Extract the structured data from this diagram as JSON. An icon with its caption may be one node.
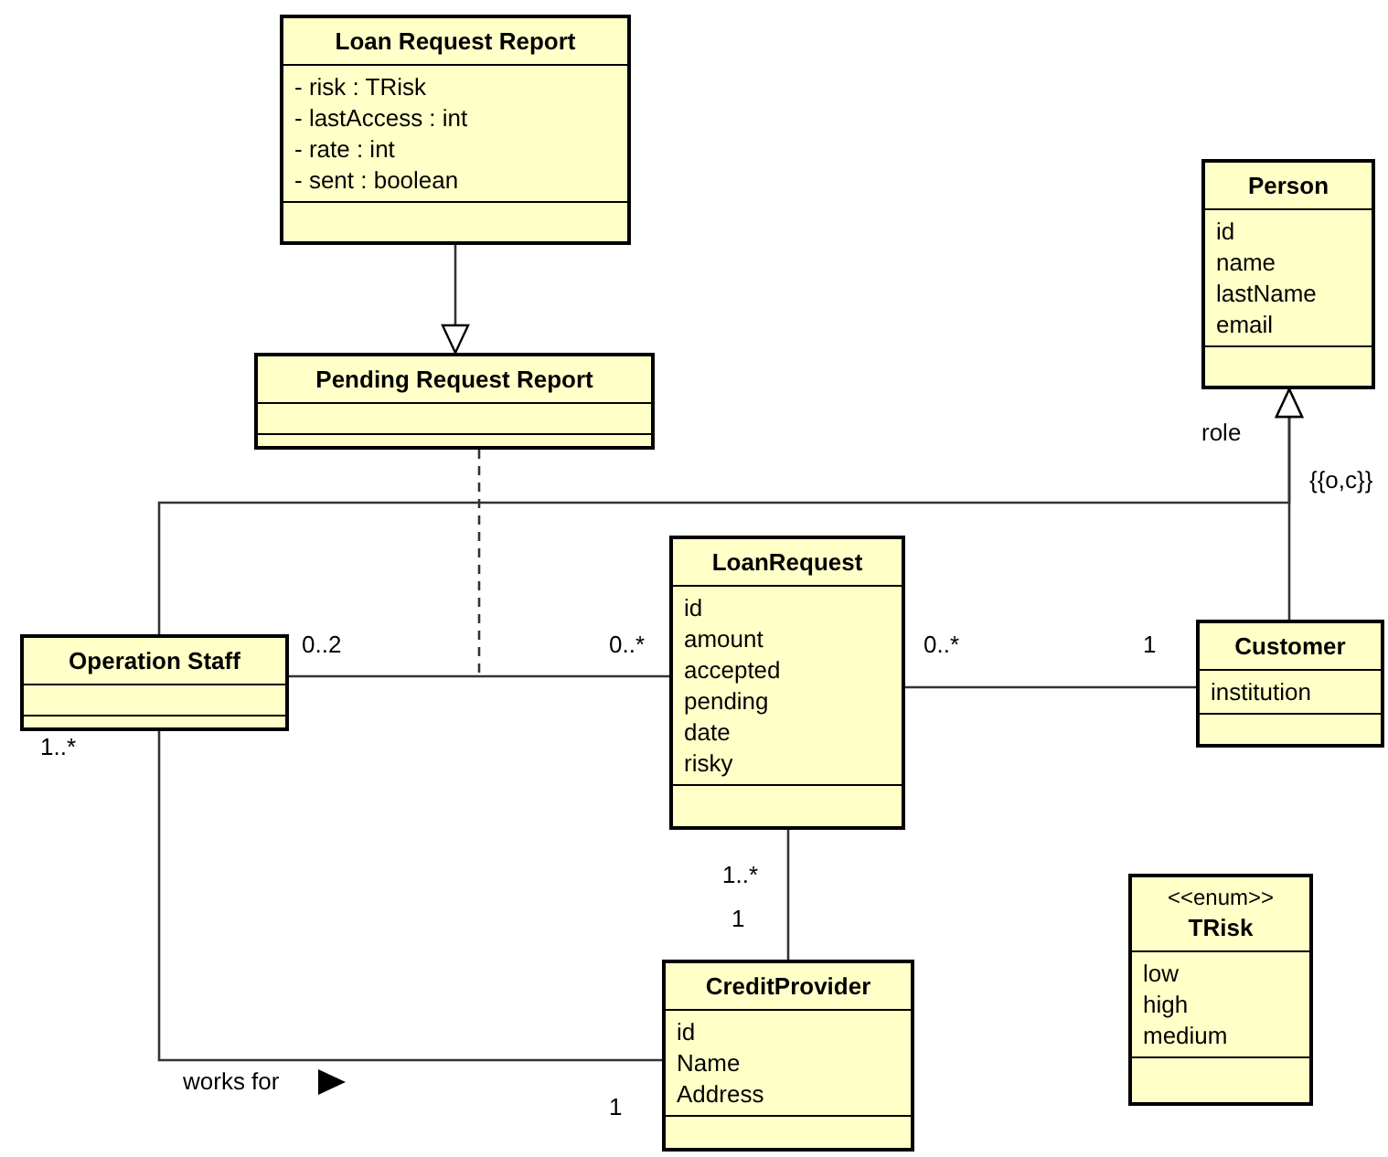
{
  "diagram": {
    "nodes": [
      {
        "text": [
          "Loan Request Report",
          "- risk : TRisk",
          "- lastAccess : int",
          "- rate : int",
          "- sent : boolean"
        ]
      },
      {
        "text": [
          "Pending Request Report"
        ]
      },
      {
        "text": [
          "Person",
          "id",
          "name",
          "lastName",
          "email"
        ]
      },
      {
        "text": [
          "Operation Staff"
        ]
      },
      {
        "text": [
          "LoanRequest",
          "id",
          "amount",
          "accepted",
          "pending",
          "date",
          "risky"
        ]
      },
      {
        "text": [
          "Customer",
          "institution"
        ]
      },
      {
        "text": [
          "CreditProvider",
          "id",
          "Name",
          "Address"
        ]
      },
      {
        "text": [
          "<<enum>>",
          "TRisk",
          "low",
          "high",
          "medium"
        ]
      }
    ],
    "edges": [
      {
        "from": 0,
        "to": 1,
        "arrow": "to"
      },
      {
        "from": 3,
        "to": 2,
        "arrow": "to"
      },
      {
        "from": 5,
        "to": 2,
        "arrow": "to"
      },
      {
        "from": 3,
        "to": 4,
        "arrow": "none"
      },
      {
        "from": 1,
        "to": null,
        "arrow": "none",
        "style": "dashed"
      },
      {
        "from": 4,
        "to": 5,
        "arrow": "none"
      },
      {
        "from": 4,
        "to": 6,
        "arrow": "none"
      },
      {
        "from": 3,
        "to": 6,
        "arrow": "none",
        "label": "works for"
      }
    ],
    "labels": [
      "role",
      "{{o,c}}",
      "0..2",
      "0..*",
      "0..*",
      "1",
      "1..*",
      "1..*",
      "1",
      "1"
    ]
  }
}
